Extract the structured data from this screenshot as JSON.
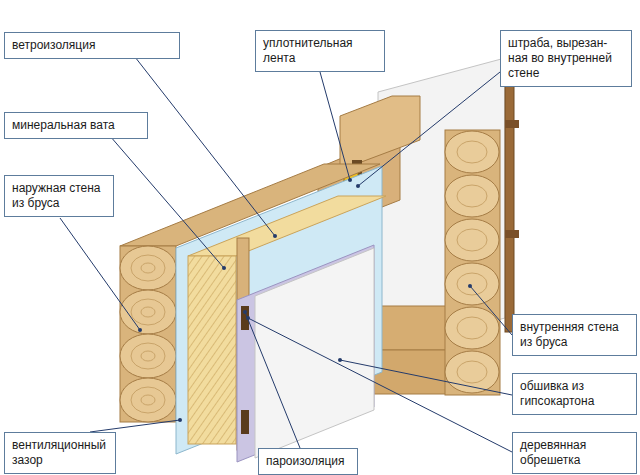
{
  "diagram": {
    "nodes": [
      {
        "text": [
          "ветроизоляция"
        ]
      },
      {
        "text": [
          "уплотнительная лента"
        ]
      },
      {
        "text": [
          "штраба, вырезан- ная во внутренней стене"
        ]
      },
      {
        "text": [
          "минеральная вата"
        ]
      },
      {
        "text": [
          "наружная стена из бруса"
        ]
      },
      {
        "text": [
          "внутренняя стена из бруса"
        ]
      },
      {
        "text": [
          "обшивка из гипсокартона"
        ]
      },
      {
        "text": [
          "вентиляционный зазор"
        ]
      },
      {
        "text": [
          "пароизоляция"
        ]
      },
      {
        "text": [
          "деревянная обрешетка"
        ]
      }
    ]
  }
}
